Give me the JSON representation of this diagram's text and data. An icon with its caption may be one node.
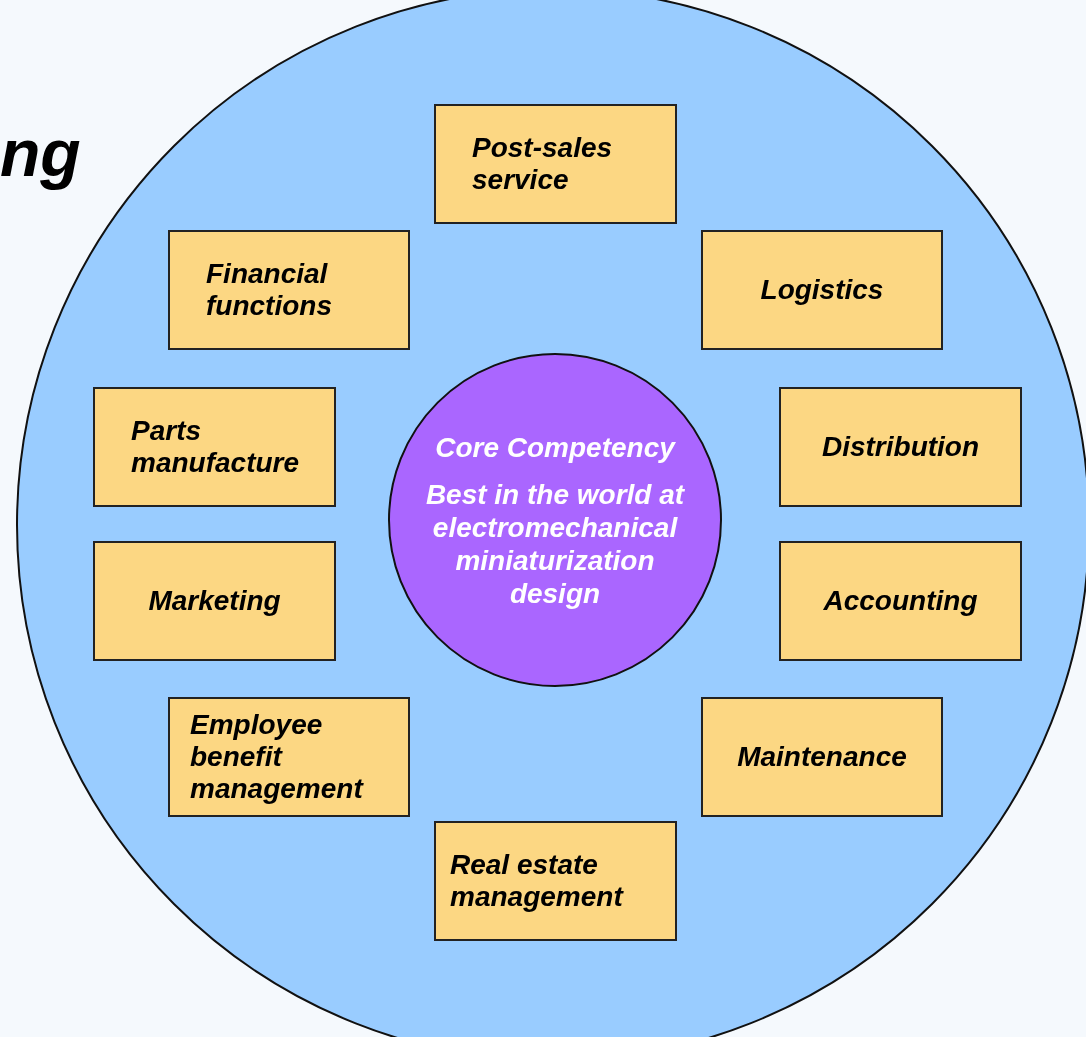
{
  "diagram": {
    "nodes": [
      {
        "text": [],
        "shape": "circle"
      },
      {
        "text": [
          "Post-sales service"
        ],
        "in": 0
      },
      {
        "text": [
          "Financial functions"
        ],
        "in": 0
      },
      {
        "text": [
          "Logistics"
        ],
        "in": 0
      },
      {
        "text": [
          "Parts manufacture"
        ],
        "in": 0
      },
      {
        "text": [
          "Core Competency",
          "Best in the world at electromechanical miniaturization design"
        ],
        "in": 0
      },
      {
        "text": [
          "Distribution"
        ],
        "in": 0
      },
      {
        "text": [
          "Marketing"
        ],
        "in": 0
      },
      {
        "text": [
          "Accounting"
        ],
        "in": 0
      },
      {
        "text": [
          "Employee benefit management"
        ],
        "in": 0
      },
      {
        "text": [
          "Maintenance"
        ],
        "in": 0
      },
      {
        "text": [
          "Real estate management"
        ],
        "in": 0
      }
    ],
    "labels": [
      "ng"
    ]
  }
}
